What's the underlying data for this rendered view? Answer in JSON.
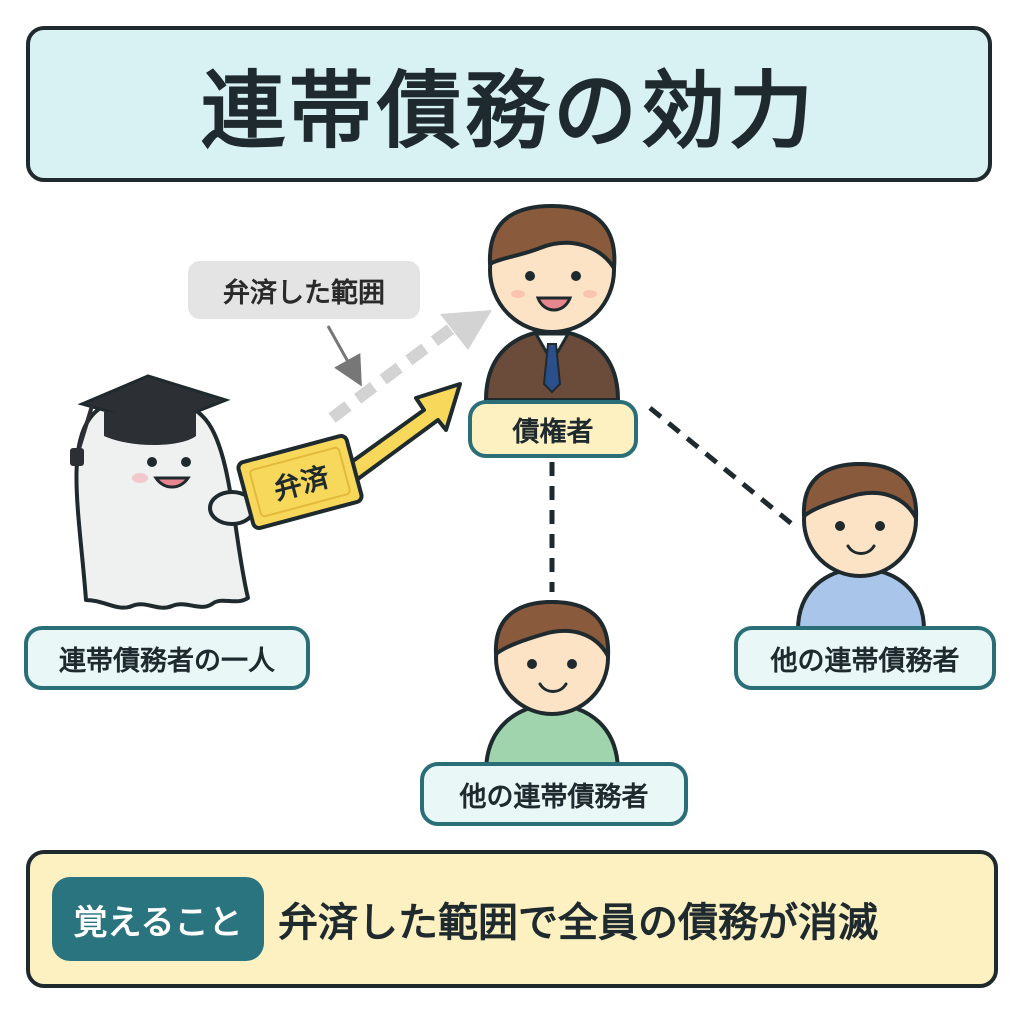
{
  "title": "連帯債務の効力",
  "callout": "弁済した範囲",
  "payment_card": "弁済",
  "labels": {
    "payer": "連帯債務者の一人",
    "creditor": "債権者",
    "other_bottom": "他の連帯債務者",
    "other_right": "他の連帯債務者"
  },
  "footer": {
    "badge": "覚えること",
    "summary": "弁済した範囲で全員の債務が消滅"
  },
  "colors": {
    "title_bg": "#d8f2f3",
    "accent_teal": "#2a7480",
    "label_yellow": "#fdf1c2",
    "arrow_yellow": "#f7d85a",
    "suit_brown": "#6b4b3a",
    "shirt_green": "#9fd4ad",
    "shirt_blue": "#a9c6ea"
  }
}
